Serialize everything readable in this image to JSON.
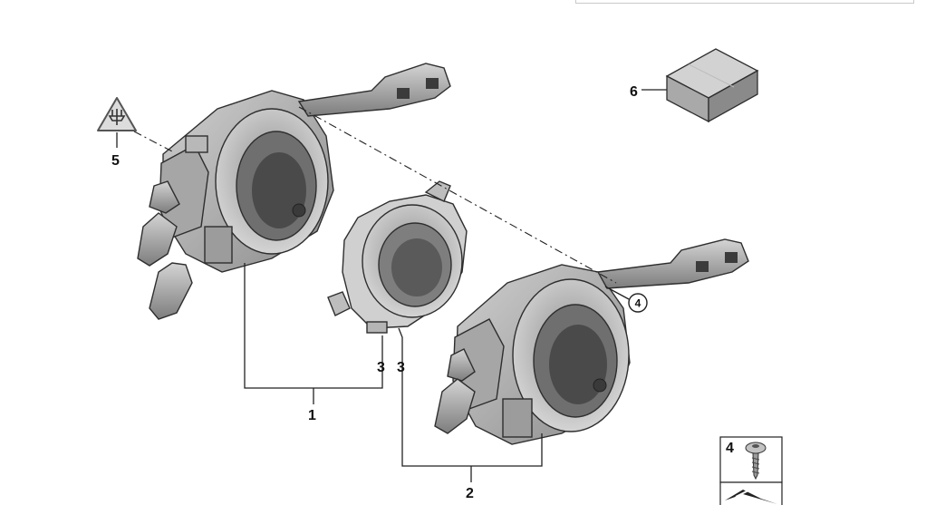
{
  "callouts": {
    "assembly_left": "1",
    "assembly_right": "2",
    "clock_spring_a": "3",
    "clock_spring_b": "3",
    "screw_ref": "4",
    "warning_ref": "5",
    "box_ref": "6"
  },
  "screw_panel": {
    "number": "4"
  },
  "colors": {
    "metal_light": "#c4c4c4",
    "metal_mid": "#9a9a9a",
    "metal_dark": "#5e5e5e",
    "outline": "#2e2e2e",
    "box_top": "#d2d2d2",
    "box_side": "#8a8a8a",
    "box_front": "#a9a9a9",
    "warning_fill": "#dcdcdc"
  },
  "icons": {
    "warning": "electrical-warning-icon",
    "screw": "torx-screw-icon",
    "arrow": "pointer-arrow-icon"
  }
}
